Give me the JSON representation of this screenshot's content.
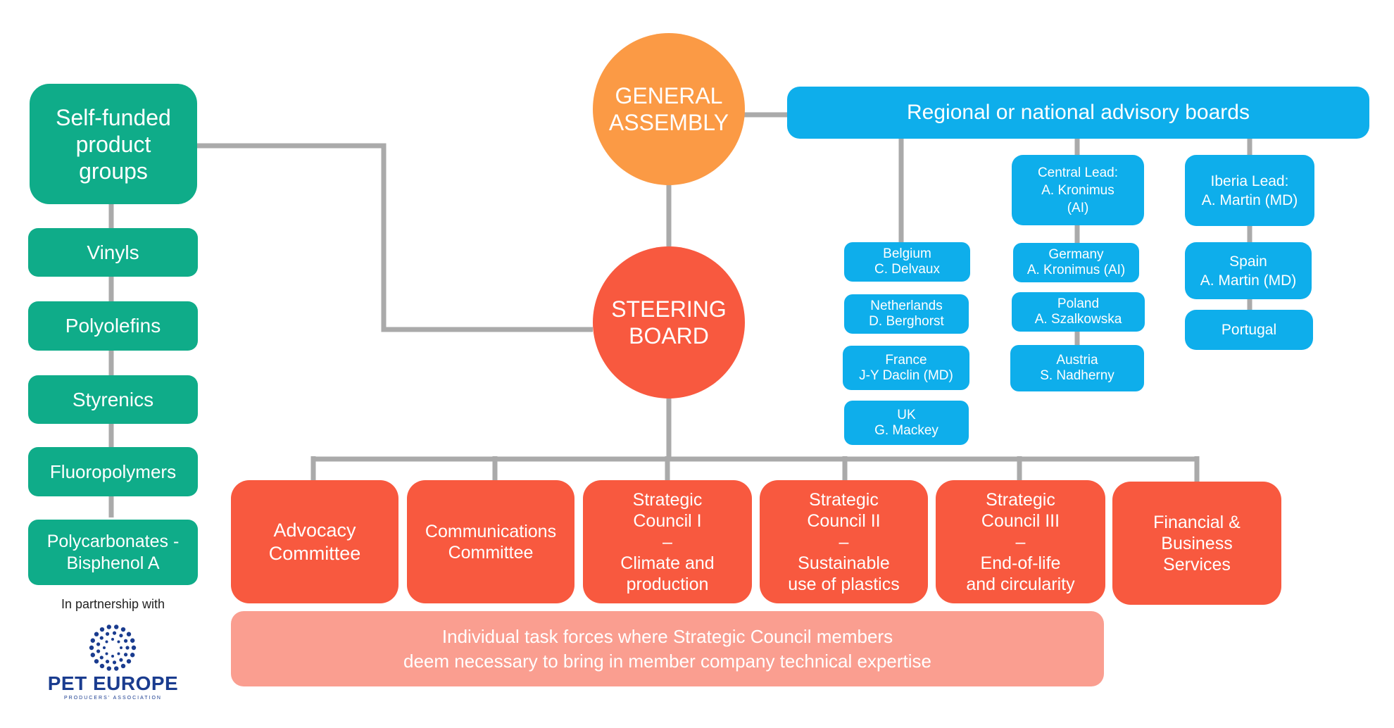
{
  "colors": {
    "green": "#0fac89",
    "orange": "#fb9a45",
    "red": "#f8593f",
    "blue": "#0eaeeb",
    "task_force": "#fa9e90",
    "connector": "#aaaaaa",
    "logo_blue": "#1a3c8f"
  },
  "general_assembly": {
    "label": "GENERAL\nASSEMBLY"
  },
  "steering_board": {
    "label": "STEERING\nBOARD"
  },
  "product_groups": {
    "header": "Self-funded\nproduct\ngroups",
    "items": [
      "Vinyls",
      "Polyolefins",
      "Styrenics",
      "Fluoropolymers",
      "Polycarbonates -\nBisphenol A"
    ],
    "partnership_text": "In partnership with",
    "partner_logo": {
      "icon": "dotted-circle-logo-icon",
      "name": "PET EUROPE",
      "tagline": "PRODUCERS' ASSOCIATION"
    }
  },
  "advisory_boards": {
    "header": "Regional or national advisory boards",
    "west": [
      "Belgium\nC. Delvaux",
      "Netherlands\nD. Berghorst",
      "France\nJ-Y Daclin (MD)",
      "UK\nG. Mackey"
    ],
    "central": {
      "lead": "Central Lead:\nA. Kronimus\n(AI)",
      "items": [
        "Germany\nA. Kronimus (AI)",
        "Poland\nA. Szalkowska",
        "Austria\nS. Nadherny"
      ]
    },
    "iberia": {
      "lead": "Iberia Lead:\nA. Martin (MD)",
      "items": [
        "Spain\nA. Martin (MD)",
        "Portugal"
      ]
    }
  },
  "committees": [
    "Advocacy\nCommittee",
    "Communications\nCommittee",
    "Strategic\nCouncil I\n–\nClimate and\nproduction",
    "Strategic\nCouncil II\n–\nSustainable\nuse of plastics",
    "Strategic\nCouncil III\n–\nEnd-of-life\nand circularity",
    "Financial &\nBusiness\nServices"
  ],
  "task_forces": {
    "label": "Individual task forces where Strategic Council members\ndeem necessary to bring in member company technical expertise"
  }
}
